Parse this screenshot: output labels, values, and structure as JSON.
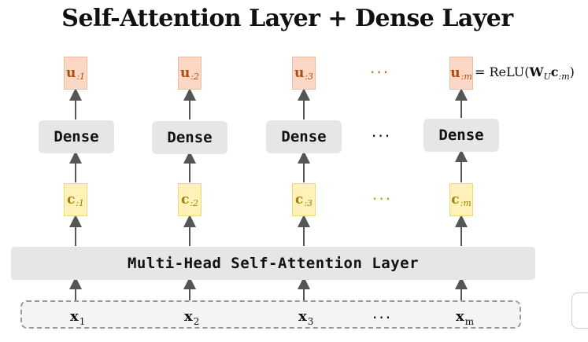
{
  "title": "Self-Attention Layer + Dense Layer",
  "outputs": [
    {
      "symbol": "u",
      "sub": ":1"
    },
    {
      "symbol": "u",
      "sub": ":2"
    },
    {
      "symbol": "u",
      "sub": ":3"
    },
    {
      "symbol": "u",
      "sub": ":m"
    }
  ],
  "dense_label": "Dense",
  "contexts": [
    {
      "symbol": "c",
      "sub": ":1"
    },
    {
      "symbol": "c",
      "sub": ":2"
    },
    {
      "symbol": "c",
      "sub": ":3"
    },
    {
      "symbol": "c",
      "sub": ":m"
    }
  ],
  "attention_label": "Multi-Head Self-Attention Layer",
  "inputs": [
    {
      "symbol": "x",
      "sub": "1"
    },
    {
      "symbol": "x",
      "sub": "2"
    },
    {
      "symbol": "x",
      "sub": "3"
    },
    {
      "symbol": "x",
      "sub": "m"
    }
  ],
  "ellipsis": "···",
  "formula": {
    "prefix": "= ReLU(",
    "W": "W",
    "W_sub": "U",
    "c": "c",
    "c_sub": ":m",
    "suffix": ")"
  },
  "colors": {
    "output_fill": "#fbd8c6",
    "output_text": "#b24a0e",
    "context_fill": "#fff2b8",
    "context_text": "#a27f06",
    "layer_fill": "#e6e6e6"
  }
}
